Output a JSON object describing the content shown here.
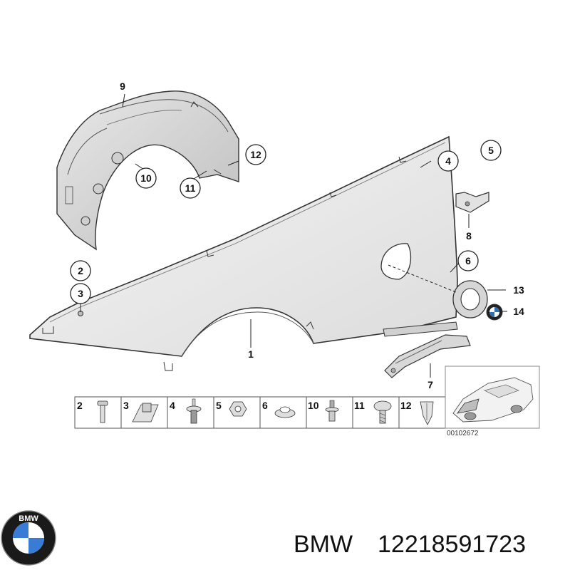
{
  "diagram": {
    "callouts": {
      "c1": "1",
      "c2": "2",
      "c3": "3",
      "c4": "4",
      "c5": "5",
      "c6": "6",
      "c7": "7",
      "c8": "8",
      "c9": "9",
      "c10": "10",
      "c11": "11",
      "c12": "12",
      "c13": "13",
      "c14": "14"
    },
    "parts_strip": [
      "2",
      "3",
      "4",
      "5",
      "6",
      "10",
      "11",
      "12"
    ],
    "reference_number": "00102672"
  },
  "footer": {
    "brand": "BMW",
    "part_number": "12218591723",
    "logo_letters": "BMW"
  }
}
